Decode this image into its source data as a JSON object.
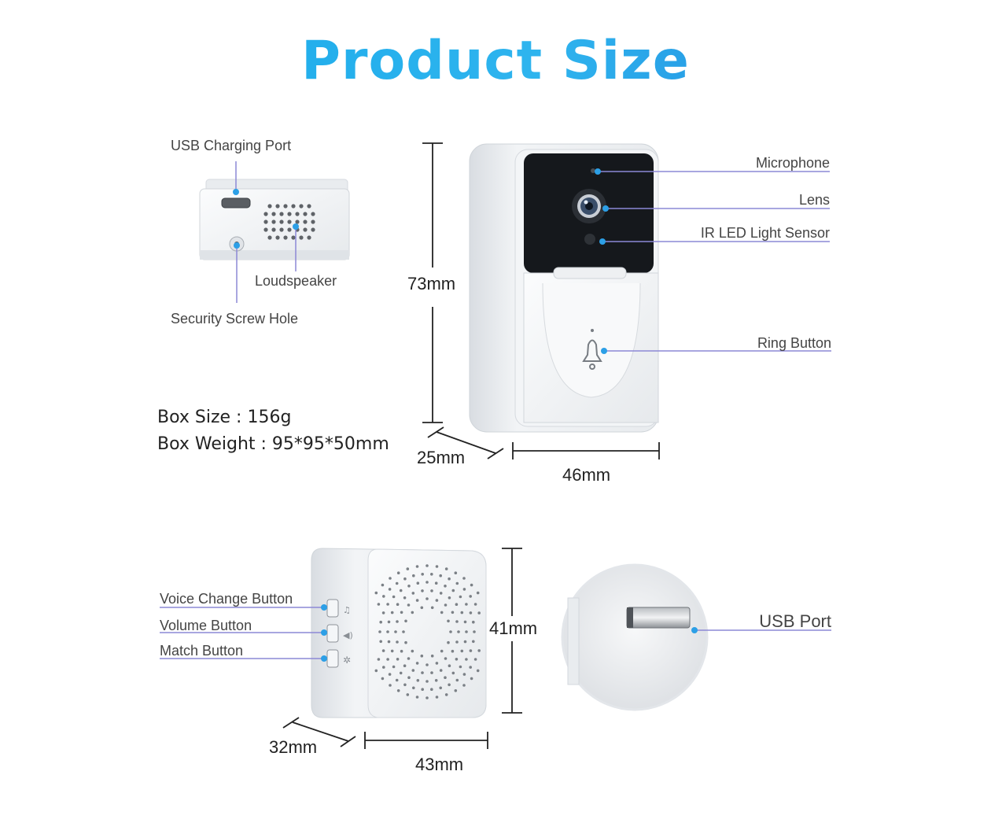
{
  "title": "Product Size",
  "doorbell": {
    "labels": {
      "usb_charging_port": "USB Charging Port",
      "loudspeaker": "Loudspeaker",
      "security_screw_hole": "Security Screw Hole",
      "microphone": "Microphone",
      "lens": "Lens",
      "ir_led_light_sensor": "IR LED Light Sensor",
      "ring_button": "Ring Button"
    },
    "dimensions": {
      "height": "73mm",
      "depth": "25mm",
      "width": "46mm"
    },
    "specs": {
      "box_size": "Box Size : 156g",
      "box_weight": "Box Weight : 95*95*50mm"
    }
  },
  "chime": {
    "labels": {
      "voice_change_button": "Voice Change Button",
      "volume_button": "Volume Button",
      "match_button": "Match Button",
      "usb_port": "USB Port"
    },
    "dimensions": {
      "depth": "32mm",
      "width": "43mm",
      "height": "41mm"
    }
  },
  "colors": {
    "title_start": "#14a8ea",
    "title_end": "#1b78d8",
    "callout_line": "#8c88d6",
    "callout_dot": "#2c9fe6"
  }
}
